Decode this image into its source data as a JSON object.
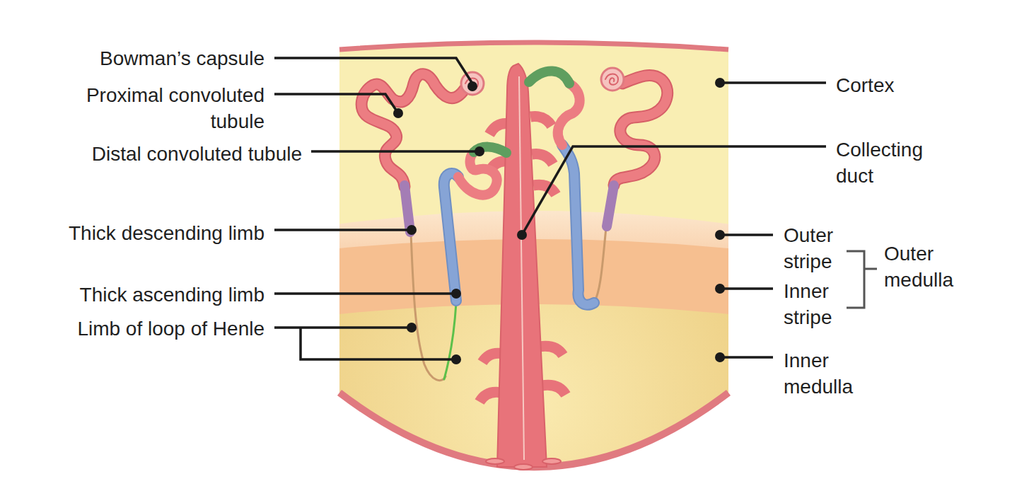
{
  "diagram": {
    "labels": [
      "Bowman’s capsule",
      "Proximal convoluted tubule",
      "Distal convoluted tubule",
      "Thick descending limb",
      "Thick ascending limb",
      "Limb of loop of Henle",
      "Cortex",
      "Collecting duct",
      "Outer stripe",
      "Inner stripe",
      "Outer medulla",
      "Inner medulla"
    ]
  }
}
